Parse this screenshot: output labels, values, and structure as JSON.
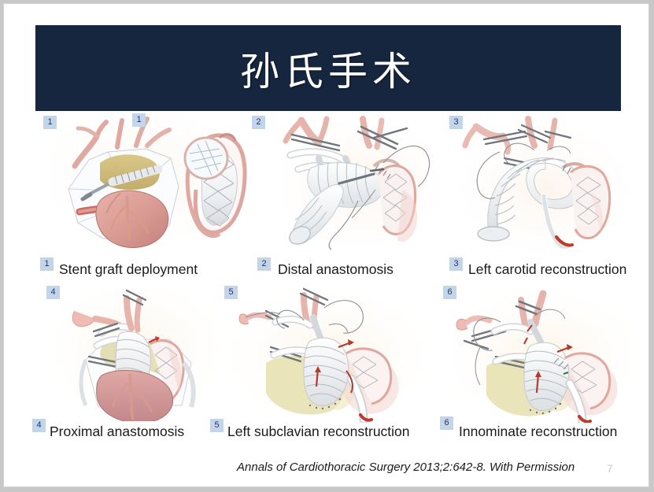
{
  "slide": {
    "title": "孙氏手术",
    "banner_color": "#16263f",
    "badge_color": "#c3d5ea",
    "badge_text_color": "#1f3864",
    "background_color": "#ffffff"
  },
  "panels": [
    {
      "number": "1",
      "caption": "Stent graft deployment",
      "extra_number": "1"
    },
    {
      "number": "2",
      "caption": "Distal anastomosis",
      "extra_number": ""
    },
    {
      "number": "3",
      "caption": "Left carotid reconstruction",
      "extra_number": ""
    },
    {
      "number": "4",
      "caption": "Proximal anastomosis",
      "extra_number": ""
    },
    {
      "number": "5",
      "caption": "Left subclavian reconstruction",
      "extra_number": ""
    },
    {
      "number": "6",
      "caption": "Innominate reconstruction",
      "extra_number": ""
    }
  ],
  "footer": {
    "citation": "Annals of Cardiothoracic Surgery 2013;2:642-8. With Permission",
    "slide_number": "7"
  }
}
